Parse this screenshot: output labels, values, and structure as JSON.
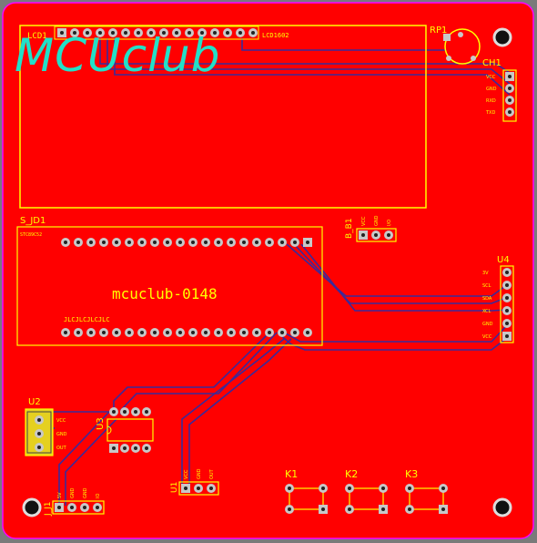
{
  "logo_text": "MCUclub",
  "board_label": "mcuclub-0148",
  "colors": {
    "background": "#7a7a7a",
    "board": "#ff0000",
    "outline": "#ff00ff",
    "silk": "#ffff00",
    "trace": "#3a2a9a",
    "pad": "#c8c8c8",
    "logo": "#22e0c8"
  },
  "lcd": {
    "ref": "LCD1",
    "part": "LCD1602"
  },
  "pot": {
    "ref": "RP1"
  },
  "ch1": {
    "ref": "CH1",
    "pins": [
      "VCC",
      "GND",
      "RXD",
      "TXD"
    ]
  },
  "bb1": {
    "ref": "B_B1",
    "pins": [
      "VCC",
      "GND",
      "I/O"
    ]
  },
  "sjd1": {
    "ref": "S_JD1",
    "top_text": "STC89C52",
    "bottom_text": "JLCJLCJLCJLC"
  },
  "u4": {
    "ref": "U4",
    "pins": [
      "3V",
      "SCL",
      "SDA",
      "XCL",
      "GND",
      "VCC"
    ]
  },
  "u2": {
    "ref": "U2",
    "pins": [
      "VCC",
      "GND",
      "OUT"
    ]
  },
  "u3": {
    "ref": "U3"
  },
  "u1": {
    "ref": "U1",
    "pins": [
      "VCC",
      "GND",
      "OUT"
    ]
  },
  "j1": {
    "ref": "J_J1",
    "pins": [
      "5V",
      "GND",
      "GND",
      "IO"
    ]
  },
  "keys": [
    {
      "ref": "K1"
    },
    {
      "ref": "K2"
    },
    {
      "ref": "K3"
    }
  ]
}
